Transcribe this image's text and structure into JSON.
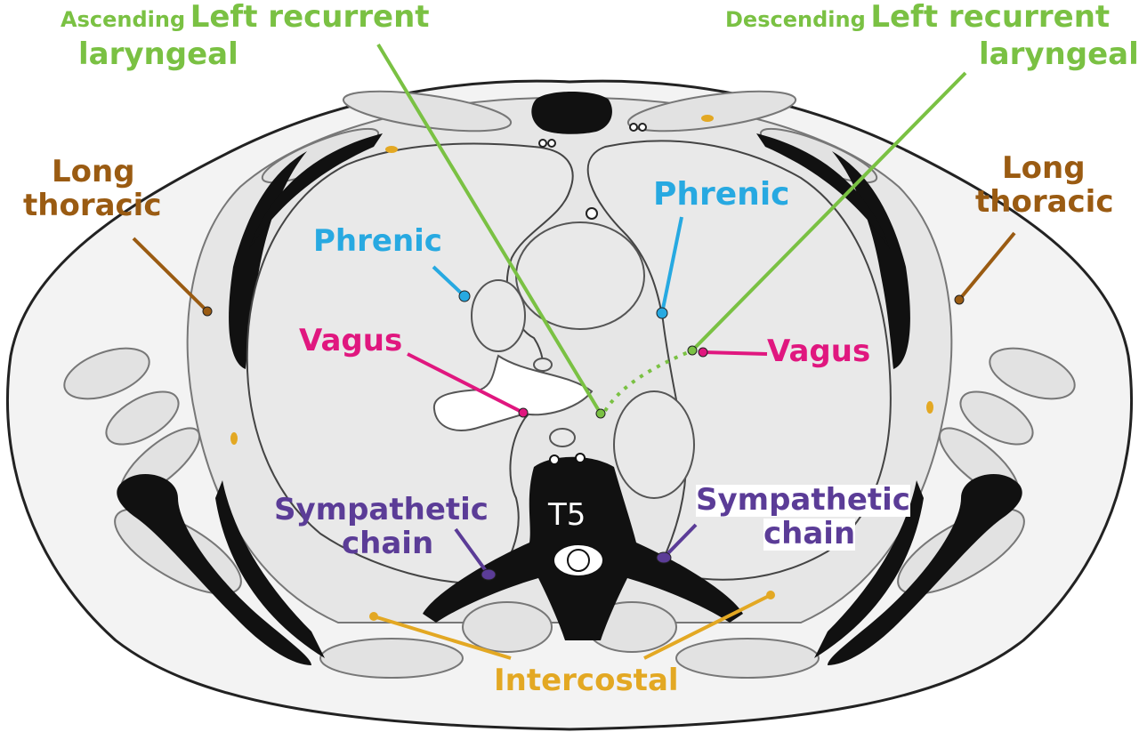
{
  "labels": {
    "ascending_prefix": "Ascending",
    "ascending_main": "Left recurrent",
    "ascending_line2": "laryngeal",
    "descending_prefix": "Descending",
    "descending_main": "Left recurrent",
    "descending_line2": "laryngeal",
    "long_thoracic_left_line1": "Long",
    "long_thoracic_left_line2": "thoracic",
    "long_thoracic_right_line1": "Long",
    "long_thoracic_right_line2": "thoracic",
    "phrenic_left": "Phrenic",
    "phrenic_right": "Phrenic",
    "vagus_left": "Vagus",
    "vagus_right": "Vagus",
    "sympathetic_left_line1": "Sympathetic",
    "sympathetic_left_line2": "chain",
    "sympathetic_right_line1": "Sympathetic",
    "sympathetic_right_line2": "chain",
    "intercostal": "Intercostal",
    "vertebra": "T5"
  },
  "colors": {
    "recurrent_laryngeal": "#7ac143",
    "long_thoracic": "#9a5b12",
    "phrenic": "#27a9e1",
    "vagus": "#e0177f",
    "sympathetic": "#5b3c97",
    "intercostal": "#e3a823",
    "tissue_fill": "#ececec",
    "bone": "#1a1a1a",
    "outline": "#666666"
  }
}
